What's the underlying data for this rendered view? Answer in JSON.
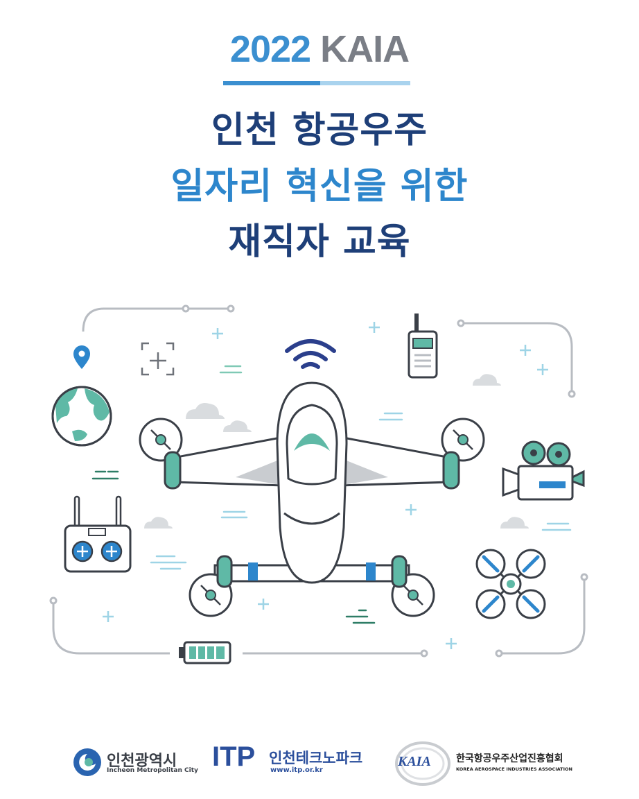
{
  "header": {
    "year": "2022",
    "org": "KAIA",
    "title_line1": "인천 항공우주",
    "title_line2": "일자리 혁신을 위한",
    "title_line3": "재직자 교육"
  },
  "colors": {
    "navy": "#1e3f78",
    "blue": "#2d86cc",
    "teal": "#5fb9a6",
    "gray": "#7a7e86"
  },
  "logos": {
    "incheon_kr": "인천광역시",
    "incheon_en": "Incheon Metropolitan City",
    "itp_mark": "ITP",
    "itp_kr": "인천테크노파크",
    "itp_url": "www.itp.or.kr",
    "kaia_mark": "KAIA",
    "kaia_kr": "한국항공우주산업진흥협회",
    "kaia_en": "Korea Aerospace Industries Association"
  },
  "icons": [
    "location-pin-icon",
    "globe-icon",
    "focus-frame-icon",
    "wifi-icon",
    "walkie-talkie-icon",
    "video-camera-icon",
    "remote-controller-icon",
    "quadcopter-icon",
    "battery-icon",
    "cloud-icon",
    "plus-icon"
  ]
}
